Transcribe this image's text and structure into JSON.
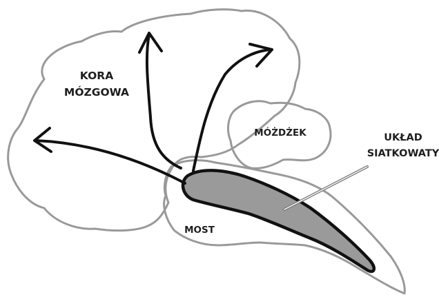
{
  "labels": {
    "cortex": "KORA\nMÓZGOWA",
    "cerebellum": "MÓŻDŻEK",
    "reticular_formation": "UKŁAD\nSIATKOWATY",
    "pons": "MOST"
  },
  "colors": {
    "outline": "#999999",
    "arrow": "#111111",
    "reticular_fill": "#9a9a9a",
    "text": "#1e1e1e"
  }
}
